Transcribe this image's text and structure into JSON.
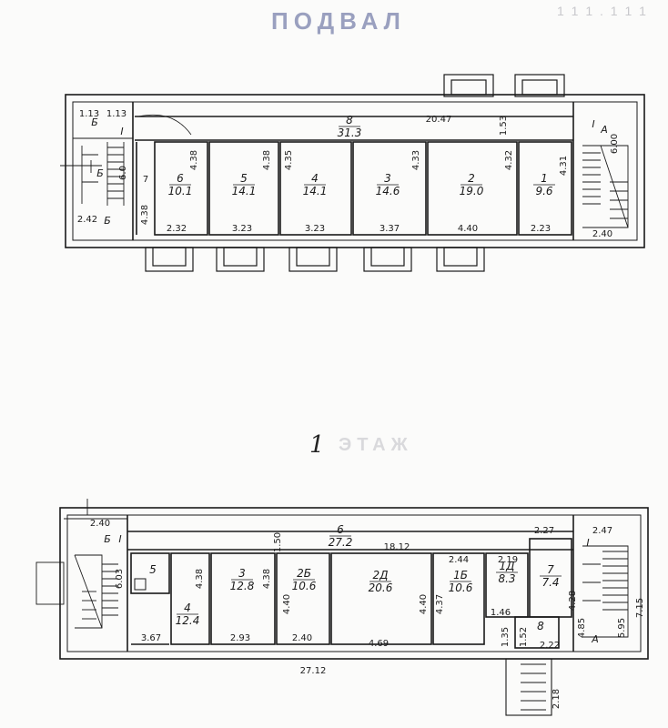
{
  "headers": {
    "basement": "ПОДВАЛ",
    "floor_number": "1",
    "floor_word": "ЭТАЖ"
  },
  "basement": {
    "rooms": [
      {
        "num": "8",
        "area": "31.3"
      },
      {
        "num": "6",
        "area": "10.1"
      },
      {
        "num": "5",
        "area": "14.1"
      },
      {
        "num": "4",
        "area": "14.1"
      },
      {
        "num": "3",
        "area": "14.6"
      },
      {
        "num": "2",
        "area": "19.0"
      },
      {
        "num": "1",
        "area": "9.6"
      }
    ],
    "dims": [
      "20.47",
      "1.53",
      "1.13",
      "1.13",
      "2.42",
      "6.00",
      "2.40",
      "7",
      "4.38",
      "4.38",
      "4.38",
      "4.35",
      "4.33",
      "4.32",
      "4.31",
      "2.32",
      "3.23",
      "3.23",
      "3.37",
      "4.40",
      "2.23",
      "6.0"
    ],
    "marks": [
      "Б",
      "Б",
      "Б",
      "А",
      "I",
      "I"
    ]
  },
  "floor1": {
    "rooms": [
      {
        "num": "6",
        "area": "27.2"
      },
      {
        "num": "5",
        "area": ""
      },
      {
        "num": "4",
        "area": "12.4"
      },
      {
        "num": "3",
        "area": "12.8"
      },
      {
        "num": "2Б",
        "area": "10.6"
      },
      {
        "num": "2Д",
        "area": "20.6"
      },
      {
        "num": "1Б",
        "area": "10.6"
      },
      {
        "num": "1Д",
        "area": "8.3"
      },
      {
        "num": "7",
        "area": "7.4"
      },
      {
        "num": "8",
        "area": ""
      }
    ],
    "dims": [
      "2.40",
      "1.50",
      "18.12",
      "2.44",
      "2.19",
      "2.27",
      "2.47",
      "7.15",
      "6.03",
      "4.38",
      "4.38",
      "4.40",
      "4.40",
      "4.37",
      "4.28",
      "4.85",
      "5.95",
      "1.46",
      "1.35",
      "1.52",
      "3.67",
      "2.93",
      "2.40",
      "4.69",
      "2.22",
      "27.12",
      "2.18"
    ],
    "marks": [
      "Б",
      "I",
      "I",
      "А"
    ]
  }
}
